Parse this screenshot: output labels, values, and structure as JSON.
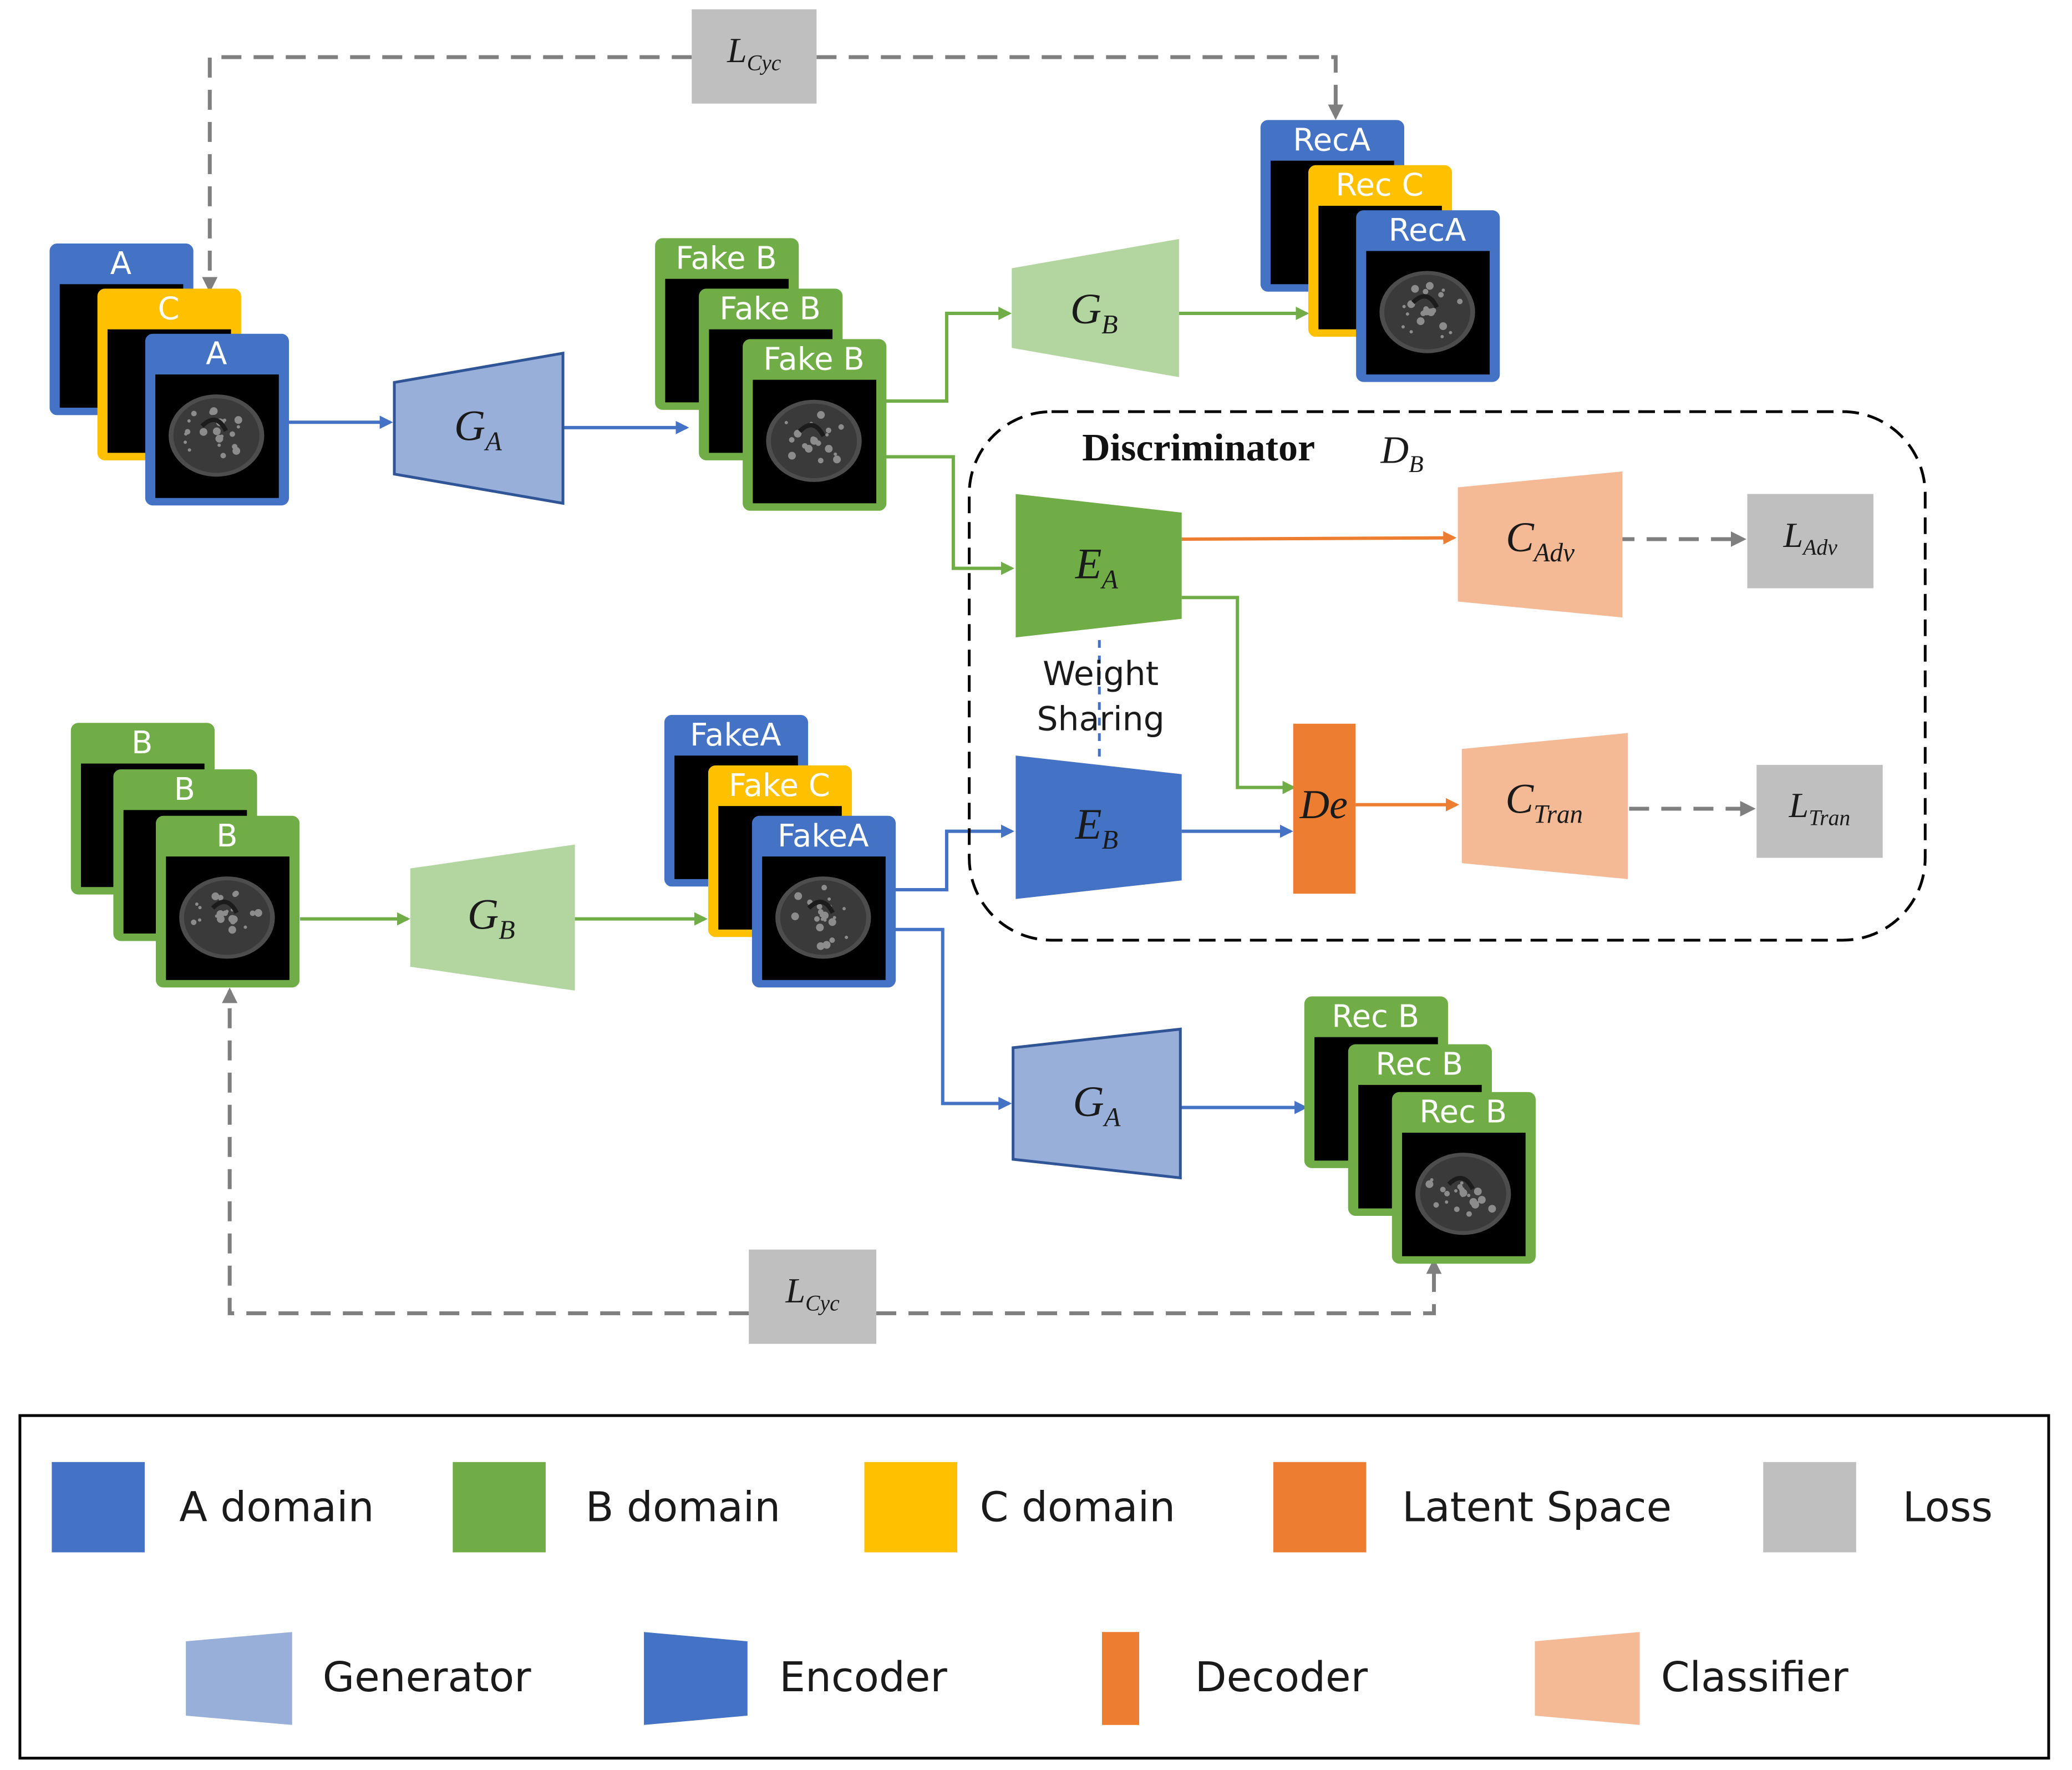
{
  "colors": {
    "a_domain": "#4472c4",
    "b_domain": "#70ad47",
    "c_domain": "#ffc000",
    "latent": "#ed7d31",
    "loss": "#bfbfbf",
    "generator_a": "#98afd9",
    "generator_b": "#b3d6a1",
    "classifier": "#f4b995",
    "line_loss": "#7f7f7f",
    "dashed_box": "#000000"
  },
  "top_branch": {
    "input_stack": [
      "A",
      "C",
      "A"
    ],
    "generator": {
      "main": "G",
      "sub": "A"
    },
    "fake_stack": [
      "Fake B",
      "Fake B",
      "Fake B"
    ],
    "regenerator": {
      "main": "G",
      "sub": "B"
    },
    "rec_stack": [
      "RecA",
      "Rec C",
      "RecA"
    ],
    "cycle_loss": {
      "main": "L",
      "sub": "Cyc"
    }
  },
  "bottom_branch": {
    "input_stack": [
      "B",
      "B",
      "B"
    ],
    "generator": {
      "main": "G",
      "sub": "B"
    },
    "fake_stack": [
      "FakeA",
      "Fake C",
      "FakeA"
    ],
    "regenerator": {
      "main": "G",
      "sub": "A"
    },
    "rec_stack": [
      "Rec B",
      "Rec B",
      "Rec B"
    ],
    "cycle_loss": {
      "main": "L",
      "sub": "Cyc"
    }
  },
  "discriminator": {
    "title": "Discriminator",
    "symbol": {
      "main": "D",
      "sub": "B"
    },
    "encoder_a": {
      "main": "E",
      "sub": "A"
    },
    "encoder_b": {
      "main": "E",
      "sub": "B"
    },
    "weight_sharing": [
      "Weight",
      "Sharing"
    ],
    "decoder": "De",
    "classifier_adv": {
      "main": "C",
      "sub": "Adv"
    },
    "classifier_tran": {
      "main": "C",
      "sub": "Tran"
    },
    "loss_adv": {
      "main": "L",
      "sub": "Adv"
    },
    "loss_tran": {
      "main": "L",
      "sub": "Tran"
    }
  },
  "legend": {
    "row1": [
      "A domain",
      "B domain",
      "C domain",
      "Latent Space",
      "Loss"
    ],
    "row2": [
      "Generator",
      "Encoder",
      "Decoder",
      "Classifier"
    ]
  }
}
